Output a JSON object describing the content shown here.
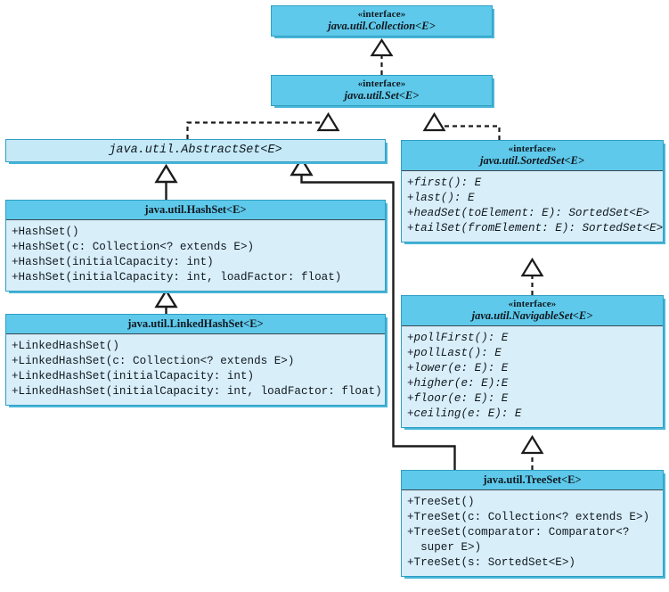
{
  "diagram": {
    "title": "Java Set collection hierarchy UML class diagram",
    "colors": {
      "header_fill": "#5ec9ea",
      "body_fill": "#d8eef9",
      "border": "#2e9fc4",
      "shadow": "#49b6d8",
      "text": "#101820",
      "line": "#1b1b1b"
    }
  },
  "boxes": {
    "collection": {
      "stereotype": "«interface»",
      "name": "java.util.Collection<E>",
      "members": []
    },
    "set": {
      "stereotype": "«interface»",
      "name": "java.util.Set<E>",
      "members": []
    },
    "abstract_set": {
      "name": "java.util.AbstractSet<E>",
      "members": []
    },
    "hash_set": {
      "name": "java.util.HashSet<E>",
      "members": [
        "+HashSet()",
        "+HashSet(c: Collection<? extends E>)",
        "+HashSet(initialCapacity: int)",
        "+HashSet(initialCapacity: int, loadFactor: float)"
      ]
    },
    "linked_hash_set": {
      "name": "java.util.LinkedHashSet<E>",
      "members": [
        "+LinkedHashSet()",
        "+LinkedHashSet(c: Collection<? extends E>)",
        "+LinkedHashSet(initialCapacity: int)",
        "+LinkedHashSet(initialCapacity: int, loadFactor: float)"
      ]
    },
    "sorted_set": {
      "stereotype": "«interface»",
      "name": "java.util.SortedSet<E>",
      "members": [
        "+first(): E",
        "+last(): E",
        "+headSet(toElement: E): SortedSet<E>",
        "+tailSet(fromElement: E): SortedSet<E>"
      ]
    },
    "navigable_set": {
      "stereotype": "«interface»",
      "name": "java.util.NavigableSet<E>",
      "members": [
        "+pollFirst(): E",
        "+pollLast(): E",
        "+lower(e: E): E",
        "+higher(e: E):E",
        "+floor(e: E): E",
        "+ceiling(e: E): E"
      ]
    },
    "tree_set": {
      "name": "java.util.TreeSet<E>",
      "members": [
        "+TreeSet()",
        "+TreeSet(c: Collection<? extends E>)",
        "+TreeSet(comparator: Comparator<?",
        "  super E>)",
        "+TreeSet(s: SortedSet<E>)"
      ]
    }
  },
  "relations": [
    {
      "name": "set-realizes-collection",
      "from": "set",
      "to": "collection",
      "style": "dashed",
      "arrow": "hollow-triangle"
    },
    {
      "name": "abstractset-realizes-set",
      "from": "abstract_set",
      "to": "set",
      "style": "dashed",
      "arrow": "hollow-triangle"
    },
    {
      "name": "sortedset-realizes-set",
      "from": "sorted_set",
      "to": "set",
      "style": "dashed",
      "arrow": "hollow-triangle"
    },
    {
      "name": "hashset-extends-abstractset",
      "from": "hash_set",
      "to": "abstract_set",
      "style": "solid",
      "arrow": "hollow-triangle"
    },
    {
      "name": "treeset-extends-abstractset",
      "from": "tree_set",
      "to": "abstract_set",
      "style": "solid",
      "arrow": "hollow-triangle"
    },
    {
      "name": "linkedhashset-extends-hashset",
      "from": "linked_hash_set",
      "to": "hash_set",
      "style": "solid",
      "arrow": "hollow-triangle"
    },
    {
      "name": "navigableset-extends-sortedset",
      "from": "navigable_set",
      "to": "sorted_set",
      "style": "dashed",
      "arrow": "hollow-triangle"
    },
    {
      "name": "treeset-realizes-navigableset",
      "from": "tree_set",
      "to": "navigable_set",
      "style": "dashed",
      "arrow": "hollow-triangle"
    }
  ]
}
